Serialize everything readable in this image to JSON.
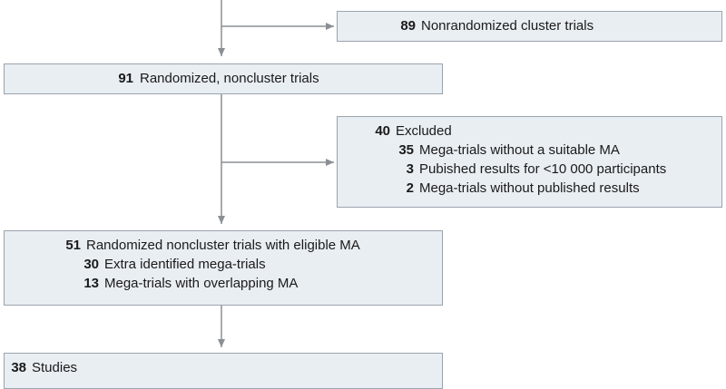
{
  "boxes": {
    "nonrandomized": {
      "count": "89",
      "label": "Nonrandomized cluster trials"
    },
    "randomized": {
      "count": "91",
      "label": "Randomized, noncluster trials"
    },
    "excluded": {
      "count": "40",
      "label": "Excluded",
      "items": [
        {
          "count": "35",
          "label": "Mega-trials without a suitable MA"
        },
        {
          "count": "3",
          "label": "Pubished results for <10 000 participants"
        },
        {
          "count": "2",
          "label": "Mega-trials without published results"
        }
      ]
    },
    "eligible": {
      "count": "51",
      "label": "Randomized noncluster trials with eligible MA",
      "items": [
        {
          "count": "30",
          "label": "Extra identified mega-trials"
        },
        {
          "count": "13",
          "label": "Mega-trials with overlapping MA"
        }
      ]
    },
    "studies": {
      "count": "38",
      "label": "Studies"
    }
  },
  "colors": {
    "box_fill": "#e9eef3",
    "box_border": "#9aa4ad",
    "connector": "#8a8f94"
  }
}
